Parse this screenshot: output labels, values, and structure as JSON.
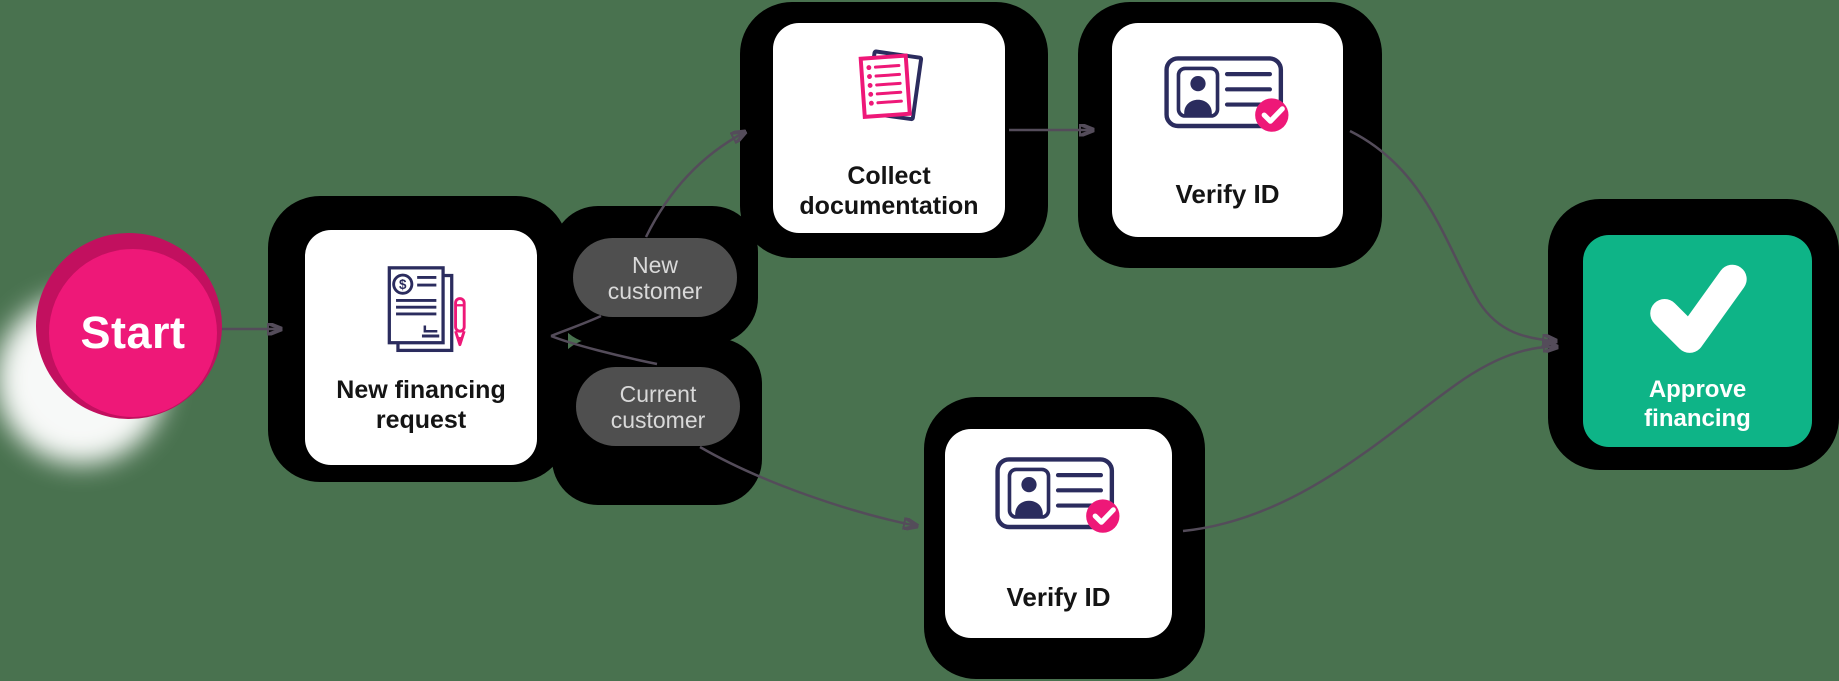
{
  "colors": {
    "background": "#49724f",
    "node_frame": "#000000",
    "node_card": "#ffffff",
    "accent_pink": "#ee1878",
    "accent_pink_dark": "#c2105f",
    "accent_green": "#0eb487",
    "icon_navy": "#2b2c5e",
    "pill_background": "#4f4f4f",
    "pill_text": "#d9d9d9",
    "edge_line": "#544c5a",
    "label_text": "#141414"
  },
  "nodes": {
    "start": {
      "label": "Start",
      "icon": "start-circle"
    },
    "new_financing_request": {
      "label": [
        "New financing",
        "request"
      ],
      "icon": "financing-document-icon"
    },
    "collect_documentation": {
      "label": [
        "Collect",
        "documentation"
      ],
      "icon": "documents-stack-icon"
    },
    "verify_id_top": {
      "label": "Verify ID",
      "icon": "id-card-check-icon"
    },
    "verify_id_bottom": {
      "label": "Verify ID",
      "icon": "id-card-check-icon"
    },
    "approve_financing": {
      "label": [
        "Approve",
        "financing"
      ],
      "icon": "checkmark-icon"
    }
  },
  "edge_labels": {
    "new_customer": [
      "New",
      "customer"
    ],
    "current_customer": [
      "Current",
      "customer"
    ]
  },
  "glyphs": {
    "dollar": "$"
  }
}
